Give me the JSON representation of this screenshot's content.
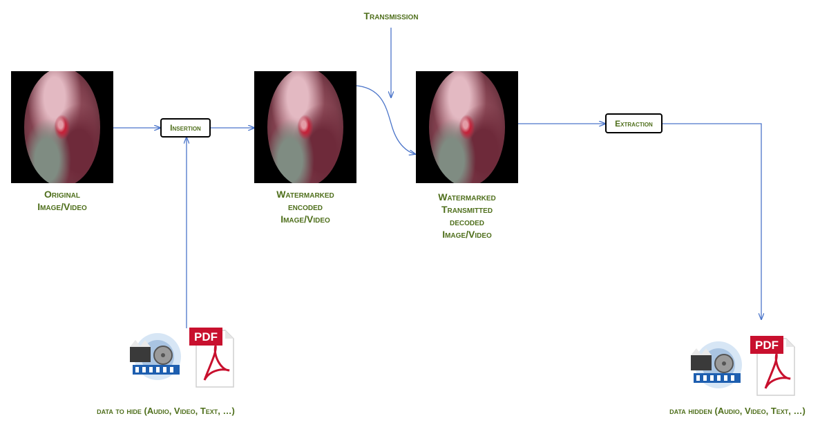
{
  "transmission_label": "Transmission",
  "images": {
    "original": [
      "Original",
      "Image/Video"
    ],
    "encoded": [
      "Watermarked",
      "encoded",
      "Image/Video"
    ],
    "decoded": [
      "Watermarked",
      "Transmitted",
      "decoded",
      "Image/Video"
    ]
  },
  "boxes": {
    "insertion": "Insertion",
    "extraction": "Extraction"
  },
  "icons": {
    "pdf_text": "PDF",
    "film_icon": "film-reel-icon",
    "pdf_icon": "pdf-document-icon"
  },
  "captions": {
    "to_hide": "data to hide (Audio, Video, Text, …)",
    "hidden": "data hidden (Audio, Video, Text, …)"
  },
  "colors": {
    "label_green": "#4f6f1c",
    "arrow_blue": "#4a74c9",
    "pdf_red": "#c8102e"
  }
}
